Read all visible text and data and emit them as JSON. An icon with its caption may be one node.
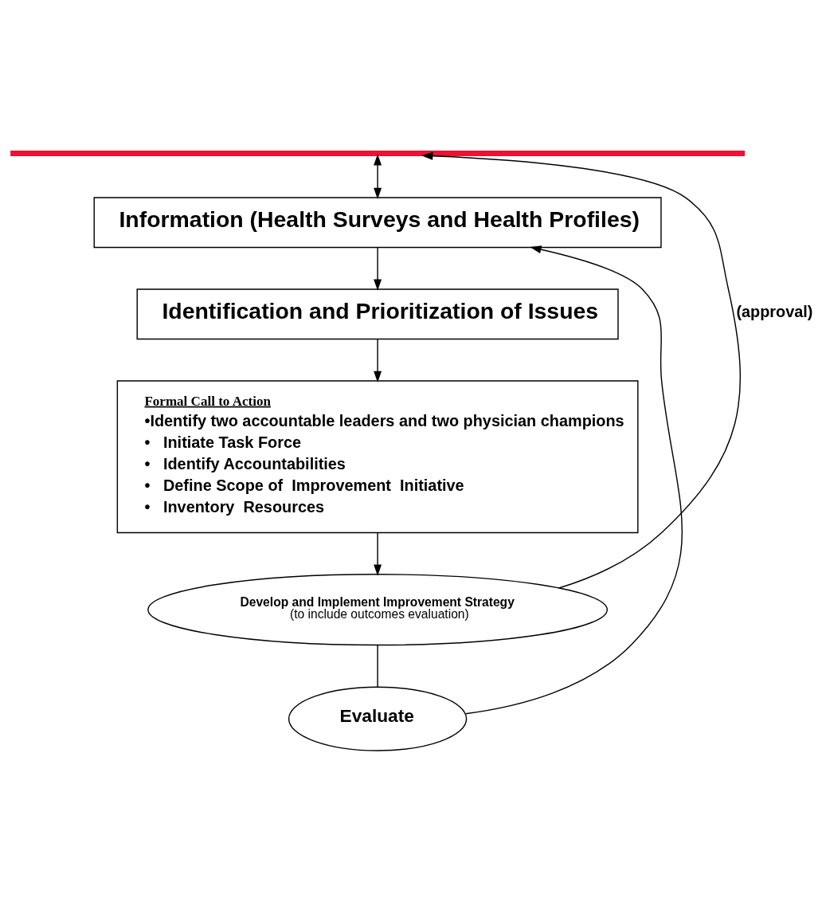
{
  "diagram": {
    "nodes": [
      {
        "text": [],
        "shape": "bar"
      },
      {
        "text": [
          "Information (Health Surveys and Health Profiles)"
        ]
      },
      {
        "text": [
          "Identification and Prioritization of Issues"
        ]
      },
      {
        "text": [
          "Formal Call to Action",
          "•Identify two accountable leaders and two physician champions",
          "•   Initiate Task Force",
          "•   Identify Accountabilities",
          "•   Define Scope of  Improvement  Initiative",
          "•   Inventory  Resources"
        ]
      },
      {
        "text": [
          "Develop and Implement Improvement Strategy",
          "(to include outcomes evaluation)"
        ]
      },
      {
        "text": [
          "Evaluate"
        ]
      }
    ],
    "edges": [
      {
        "from": 0,
        "to": 1,
        "arrow": "both"
      },
      {
        "from": 1,
        "to": 2,
        "arrow": "to"
      },
      {
        "from": 2,
        "to": 3,
        "arrow": "to"
      },
      {
        "from": 3,
        "to": 4,
        "arrow": "to"
      },
      {
        "from": 4,
        "to": 0,
        "arrow": "to",
        "label": "(approval)"
      },
      {
        "from": 4,
        "to": 5,
        "arrow": "none"
      },
      {
        "from": 5,
        "to": 1,
        "arrow": "to"
      }
    ]
  }
}
